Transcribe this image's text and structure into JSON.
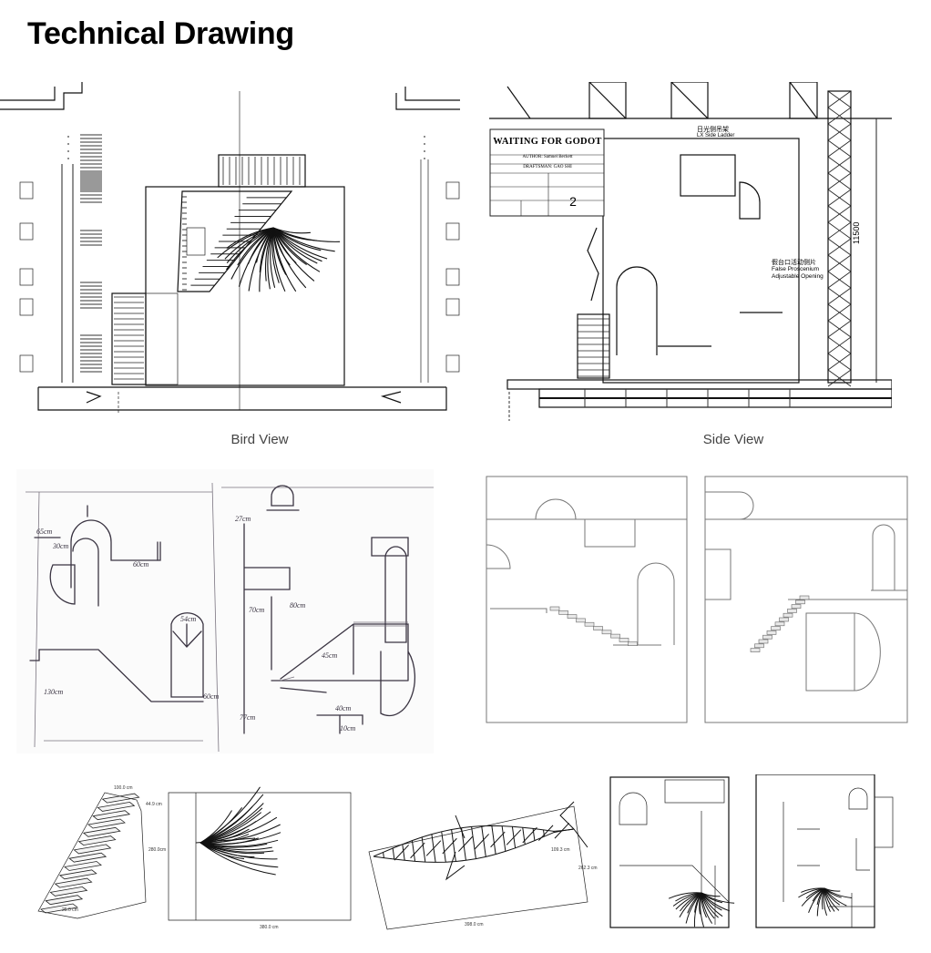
{
  "page": {
    "title": "Technical Drawing"
  },
  "captions": {
    "bird_view": "Bird View",
    "side_view": "Side View"
  },
  "title_block": {
    "play": "WAITING FOR GODOT",
    "author": "AUTHOR: Samuel Beckett",
    "draftsman": "DRAFTSMAN: GAO SHI",
    "number": "2"
  },
  "side_view_labels": {
    "lx_ladder_cn": "日光侧吊架",
    "lx_ladder": "LX Side Ladder",
    "false_proscenium_cn": "假台口活动侧片",
    "false_proscenium": "False Proscenium Adjustable Opening",
    "height_dim": "11500"
  },
  "sketch_labels": [
    "65cm",
    "30cm",
    "60cm",
    "27cm",
    "70cm",
    "80cm",
    "54cm",
    "130cm",
    "45cm",
    "60cm",
    "77cm",
    "40cm",
    "10cm"
  ],
  "detail_dims": {
    "stairs": [
      "100.0 cm",
      "44.9 cm",
      "25.0 cm"
    ],
    "tree": [
      "280.0cm",
      "380.0 cm"
    ],
    "whale": [
      "109.3 cm",
      "262.3 cm",
      "398.0 cm"
    ]
  }
}
